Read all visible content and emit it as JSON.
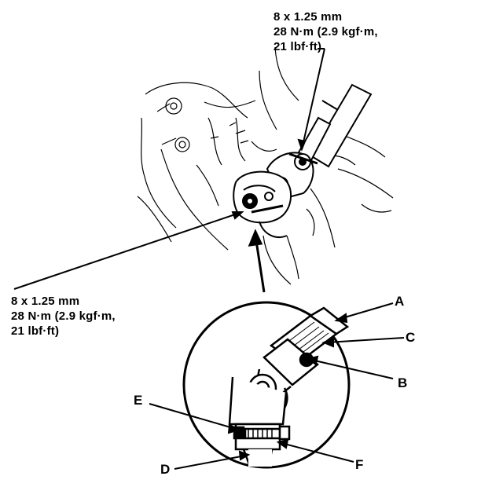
{
  "torque_spec_top": {
    "line1": "8 x 1.25 mm",
    "line2": "28 N·m (2.9 kgf·m,",
    "line3": "21 lbf·ft)"
  },
  "torque_spec_left": {
    "line1": "8 x 1.25 mm",
    "line2": "28 N·m (2.9 kgf·m,",
    "line3": "21 lbf·ft)"
  },
  "callouts": {
    "A": "A",
    "B": "B",
    "C": "C",
    "D": "D",
    "E": "E",
    "F": "F"
  }
}
